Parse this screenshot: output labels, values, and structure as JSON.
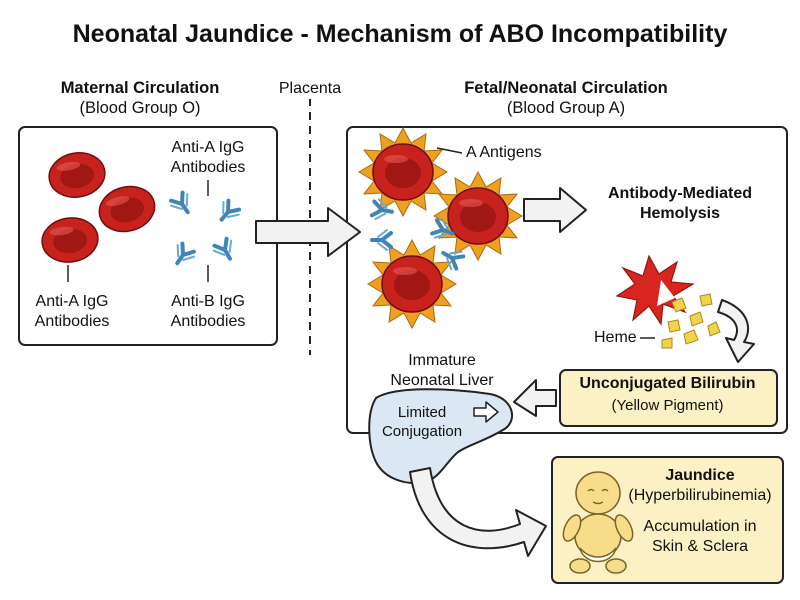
{
  "title": "Neonatal Jaundice - Mechanism of ABO Incompatibility",
  "maternal": {
    "heading": "Maternal Circulation",
    "subheading": "(Blood Group O)",
    "antibody_top_line1": "Anti-A IgG",
    "antibody_top_line2": "Antibodies",
    "label_left_line1": "Anti-A IgG",
    "label_left_line2": "Antibodies",
    "label_right_line1": "Anti-B IgG",
    "label_right_line2": "Antibodies"
  },
  "placenta": {
    "label": "Placenta"
  },
  "fetal": {
    "heading": "Fetal/Neonatal Circulation",
    "subheading": "(Blood Group A)",
    "antigens_label": "A Antigens",
    "hemolysis_line1": "Antibody-Mediated",
    "hemolysis_line2": "Hemolysis",
    "heme_label": "Heme"
  },
  "bilirubin": {
    "title": "Unconjugated Bilirubin",
    "subtitle": "(Yellow Pigment)"
  },
  "liver": {
    "heading_line1": "Immature",
    "heading_line2": "Neonatal Liver",
    "inner_line1": "Limited",
    "inner_line2": "Conjugation"
  },
  "jaundice": {
    "title": "Jaundice",
    "subtitle": "(Hyperbilirubinemia)",
    "desc_line1": "Accumulation in",
    "desc_line2": "Skin & Sclera"
  },
  "colors": {
    "rbc": "#c8221f",
    "rbc_dark": "#8e1512",
    "antigen": "#f0a020",
    "antibody": "#3f86b8",
    "bilirubin_box": "#fbf1c4",
    "liver": "#dbe8f3",
    "baby": "#f7dc8a",
    "arrow_fill": "#f0f0f0"
  }
}
